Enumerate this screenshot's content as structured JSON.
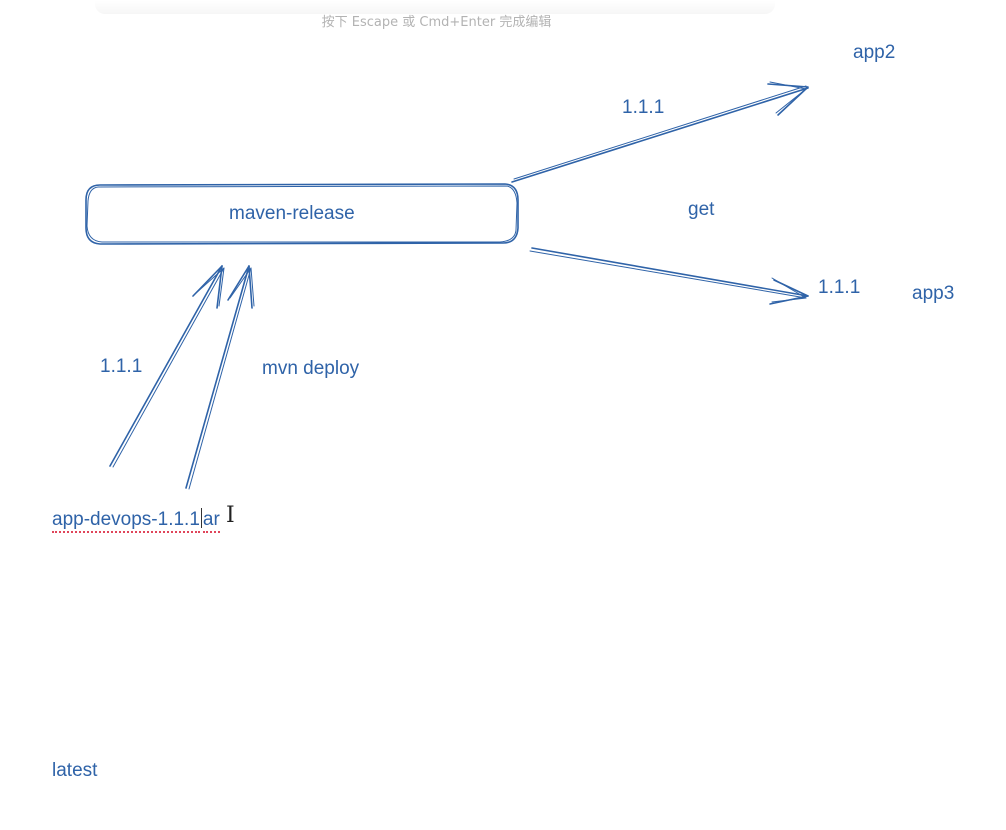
{
  "hint": {
    "text": "按下 Escape 或 Cmd+Enter 完成编辑"
  },
  "colors": {
    "stroke": "#2f63a8",
    "hint": "#b3b3b3",
    "spellcheck": "#e0455a"
  },
  "nodes": {
    "maven_release": "maven-release",
    "app2": "app2",
    "app3": "app3"
  },
  "labels": {
    "version_top_right": "1.1.1",
    "get": "get",
    "version_bottom_right": "1.1.1",
    "version_left": "1.1.1",
    "mvn_deploy": "mvn deploy",
    "latest": "latest"
  },
  "editing_text": {
    "before_caret": "app-devops-1.1.1",
    "after_caret": "ar"
  }
}
